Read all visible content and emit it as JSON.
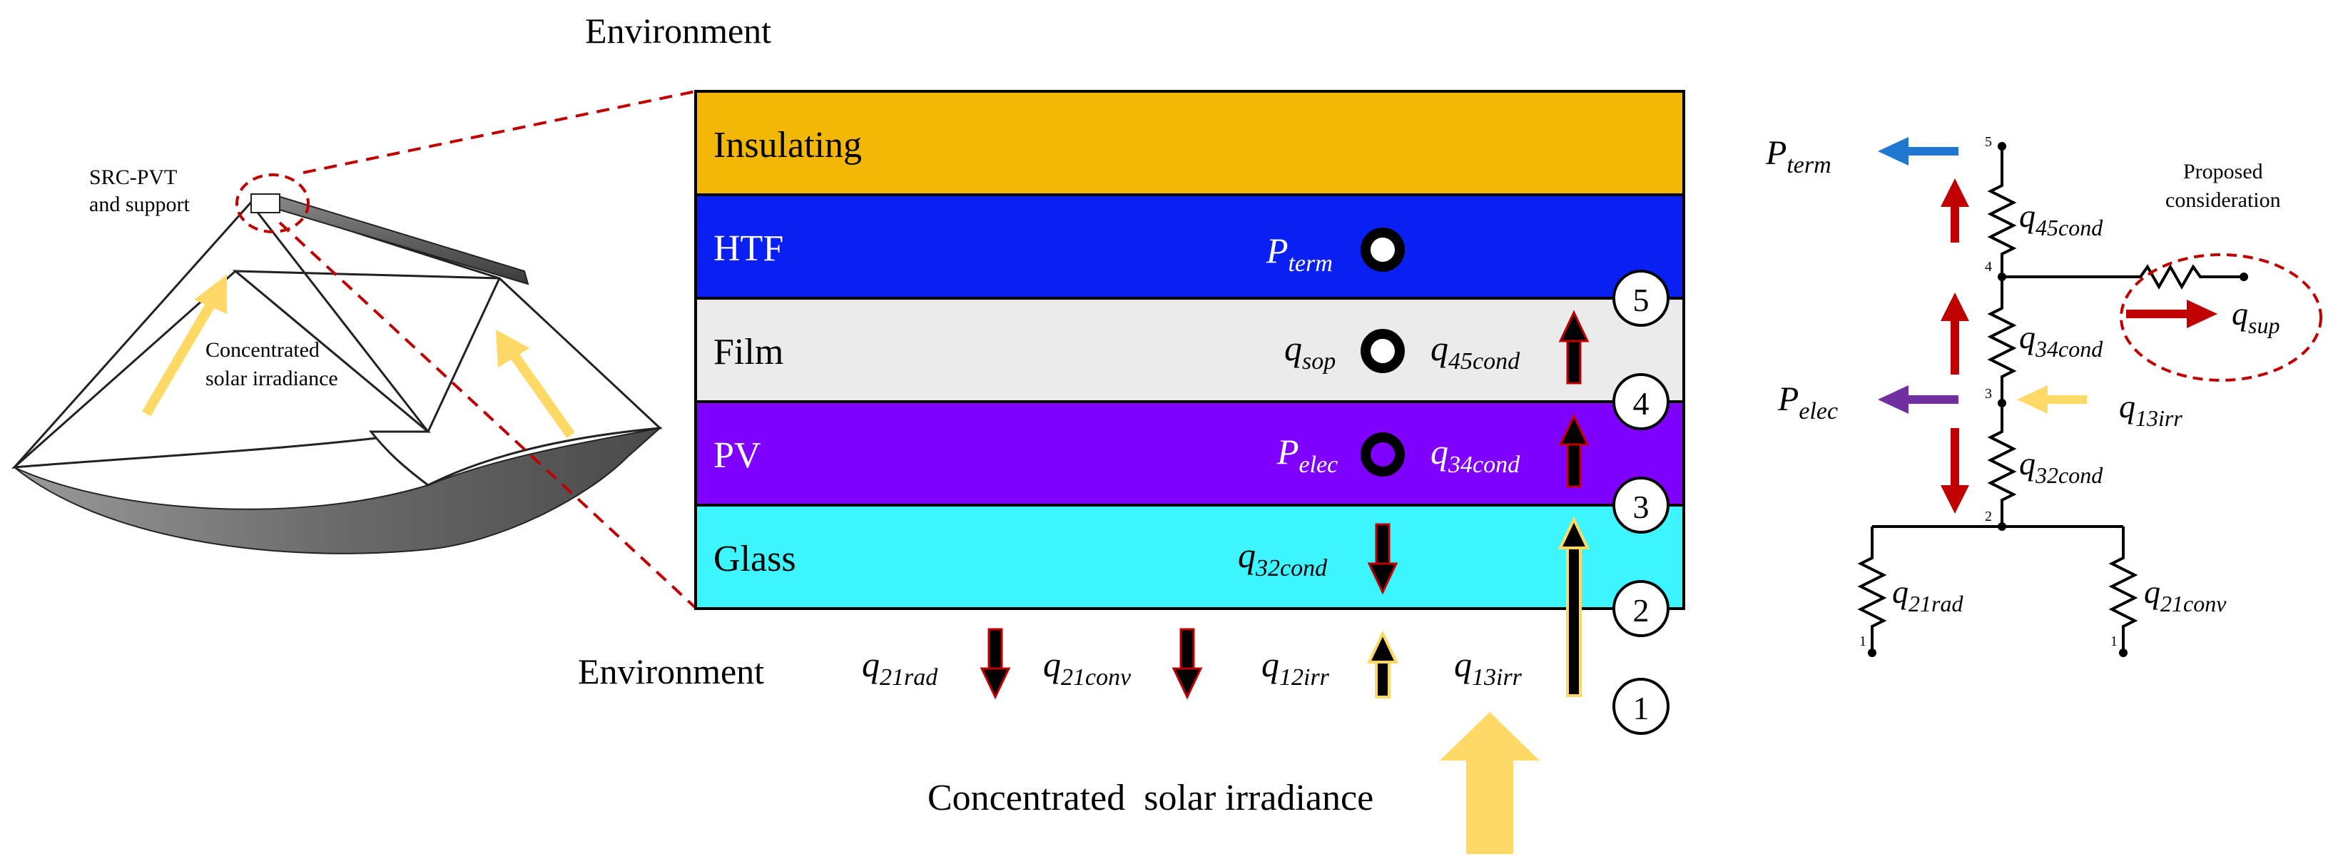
{
  "collector": {
    "label_line1": "SRC-PVT",
    "label_line2": "and support",
    "irradiance_line1": "Concentrated",
    "irradiance_line2": "solar irradiance"
  },
  "layers": {
    "environment_top": "Environment",
    "environment_bottom": "Environment",
    "insulating": "Insulating",
    "htf": "HTF",
    "film": "Film",
    "pv": "PV",
    "glass": "Glass",
    "bottom_caption": "Concentrated  solar irradiance",
    "colors": {
      "insulating": "#F2B705",
      "htf": "#0A1FF2",
      "film": "#EBEBEB",
      "pv": "#8000FF",
      "glass": "#3DF5FF"
    }
  },
  "nodes": [
    "1",
    "2",
    "3",
    "4",
    "5"
  ],
  "flows": {
    "p_term": {
      "base": "P",
      "sub": "term"
    },
    "q_sop": {
      "base": "q",
      "sub": "sop"
    },
    "q45cond": {
      "base": "q",
      "sub": "45cond"
    },
    "p_elec": {
      "base": "P",
      "sub": "elec"
    },
    "q34cond": {
      "base": "q",
      "sub": "34cond"
    },
    "q32cond": {
      "base": "q",
      "sub": "32cond"
    },
    "q21rad": {
      "base": "q",
      "sub": "21rad"
    },
    "q21conv": {
      "base": "q",
      "sub": "21conv"
    },
    "q12irr": {
      "base": "q",
      "sub": "12irr"
    },
    "q13irr": {
      "base": "q",
      "sub": "13irr"
    }
  },
  "circuit": {
    "proposed_line1": "Proposed",
    "proposed_line2": "consideration",
    "p_term": {
      "base": "P",
      "sub": "term"
    },
    "p_elec": {
      "base": "P",
      "sub": "elec"
    },
    "q45cond": {
      "base": "q",
      "sub": "45cond"
    },
    "q34cond": {
      "base": "q",
      "sub": "34cond"
    },
    "q32cond": {
      "base": "q",
      "sub": "32cond"
    },
    "q13irr": {
      "base": "q",
      "sub": "13irr"
    },
    "q21rad": {
      "base": "q",
      "sub": "21rad"
    },
    "q21conv": {
      "base": "q",
      "sub": "21conv"
    },
    "q_sup": {
      "base": "q",
      "sub": "sup"
    },
    "node_labels": [
      "5",
      "4",
      "3",
      "2",
      "1",
      "1"
    ]
  },
  "arrow_colors": {
    "red": "#C00000",
    "yellow": "#FFD966",
    "blue": "#1F77D0",
    "purple": "#7030A0"
  }
}
